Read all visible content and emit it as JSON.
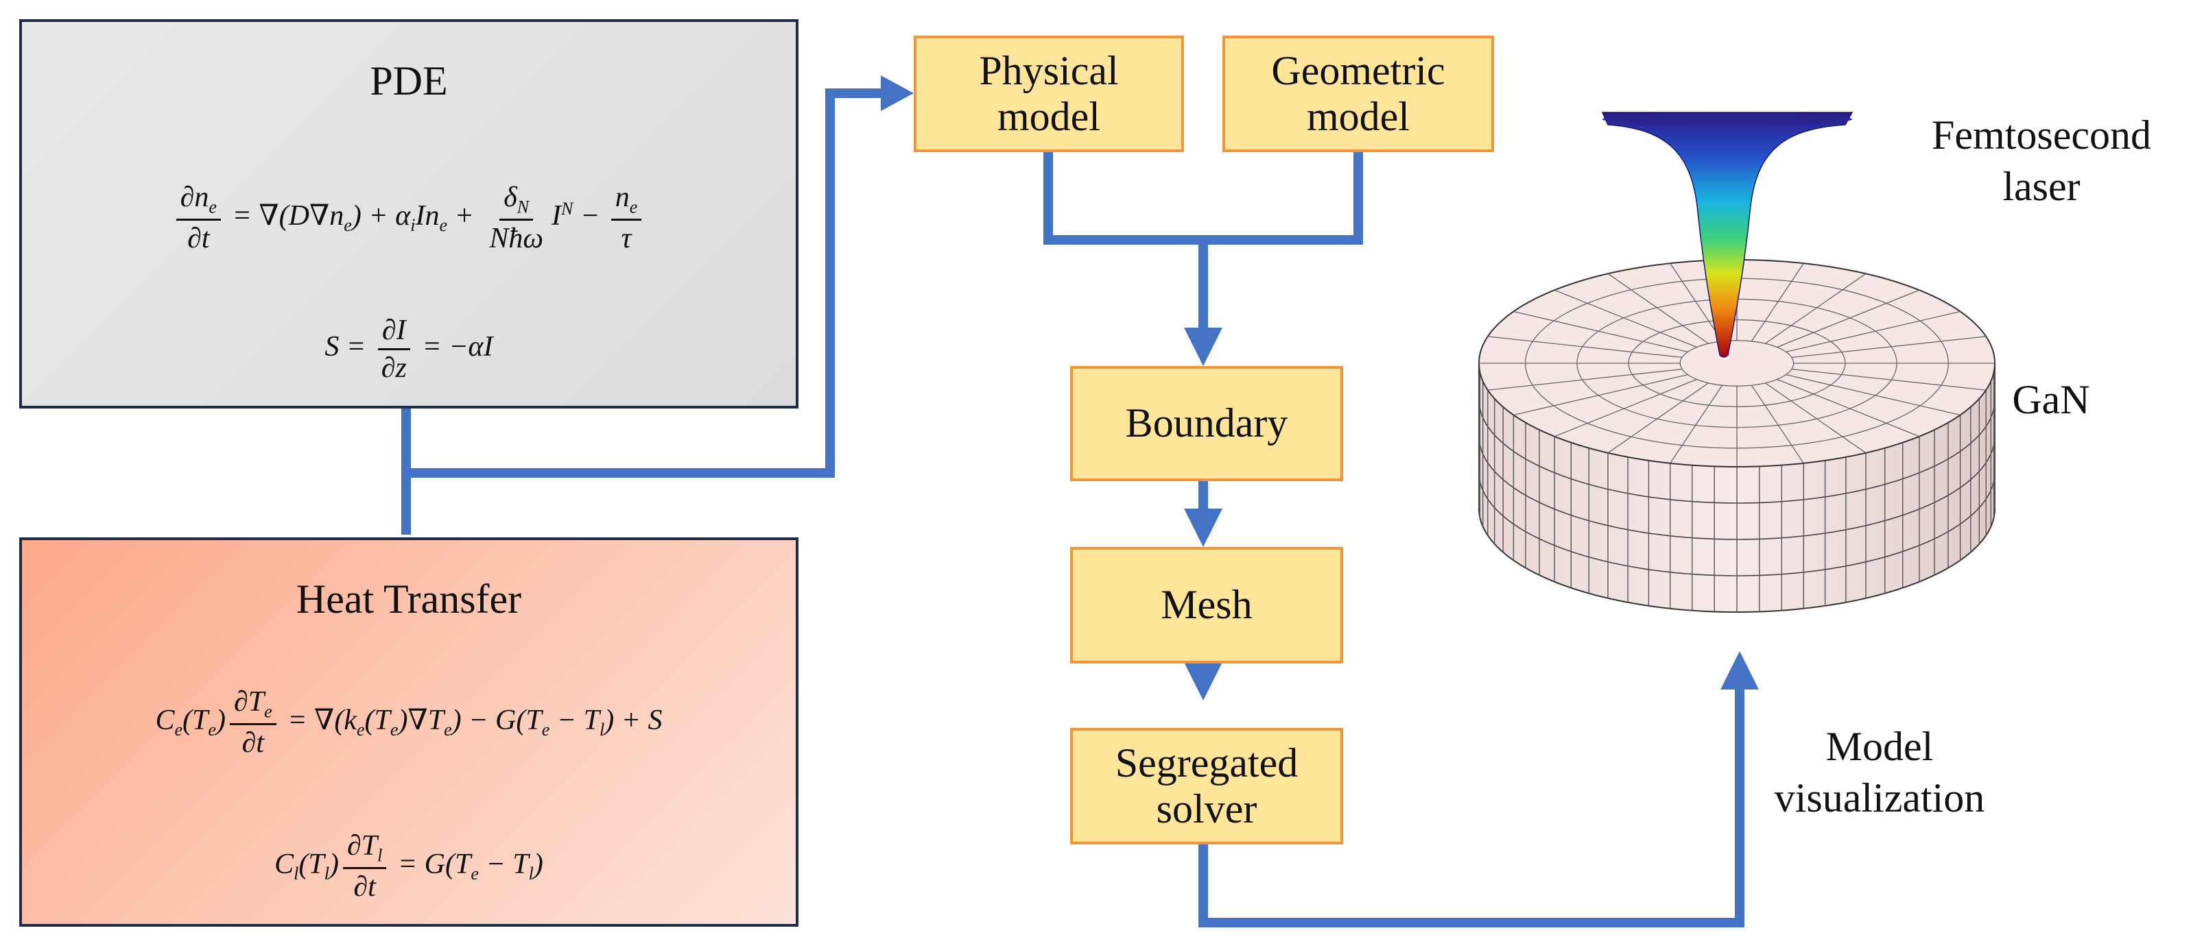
{
  "pde": {
    "title": "PDE",
    "eq1": {
      "lhs_num": "∂n",
      "lhs_num_sub": "e",
      "lhs_den": "∂t",
      "eqsign": " = ∇(D∇n",
      "eqsign_sub": "e",
      "term2": ") + α",
      "term2_sub": "i",
      "term2b": "In",
      "term2b_sub": "e",
      "plus": " + ",
      "f2_num": "δ",
      "f2_num_sub": "N",
      "f2_den": "Nħω",
      "pow_base": "I",
      "pow_exp": "N",
      "minus": " − ",
      "f3_num": "n",
      "f3_num_sub": "e",
      "f3_den": "τ"
    },
    "eq2": {
      "lhs": "S = ",
      "num": "∂I",
      "den": "∂z",
      "rhs": " = −αI"
    }
  },
  "heat": {
    "title": "Heat Transfer",
    "eq1": {
      "a": "C",
      "a_sub": "e",
      "b": "(T",
      "b_sub": "e",
      "c": ")",
      "num": "∂T",
      "num_sub": "e",
      "den": "∂t",
      "rhs1": " = ∇(k",
      "rhs1_sub": "e",
      "rhs2": "(T",
      "rhs2_sub": "e",
      "rhs3": ")∇T",
      "rhs3_sub": "e",
      "rhs4": ") − G(T",
      "rhs4_sub": "e",
      "rhs5": " − T",
      "rhs5_sub": "l",
      "rhs6": ") + S"
    },
    "eq2": {
      "a": "C",
      "a_sub": "l",
      "b": "(T",
      "b_sub": "l",
      "c": ")",
      "num": "∂T",
      "num_sub": "l",
      "den": "∂t",
      "rhs1": " = G(T",
      "rhs1_sub": "e",
      "rhs2": " − T",
      "rhs2_sub": "l",
      "rhs3": ")"
    }
  },
  "flow": {
    "physical": "Physical\nmodel",
    "geometric": "Geometric\nmodel",
    "boundary": "Boundary",
    "mesh": "Mesh",
    "solver": "Segregated\nsolver"
  },
  "labels": {
    "laser": "Femtosecond\nlaser",
    "gan": "GaN",
    "visual": "Model\nvisualization"
  },
  "colors": {
    "arrow": "#4472c4",
    "box_fill": "#ffe599",
    "box_border": "#f0953c",
    "panel_border": "#1f2a4a"
  }
}
